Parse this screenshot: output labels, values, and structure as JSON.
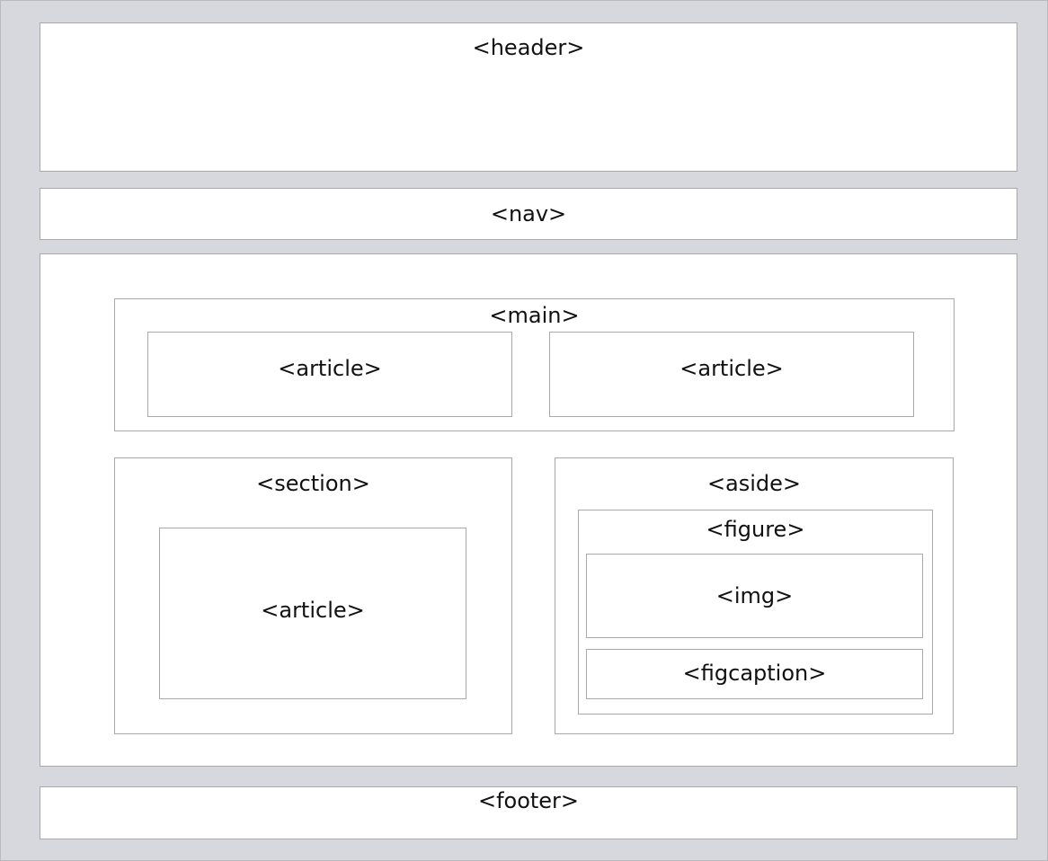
{
  "diagram": {
    "header_label": "<header>",
    "nav_label": "<nav>",
    "main_label": "<main>",
    "main_article_1_label": "<article>",
    "main_article_2_label": "<article>",
    "section_label": "<section>",
    "section_article_label": "<article>",
    "aside_label": "<aside>",
    "figure_label": "<figure>",
    "img_label": "<img>",
    "figcaption_label": "<figcaption>",
    "footer_label": "<footer>"
  },
  "colors": {
    "background": "#d7d8dd",
    "box_fill": "#ffffff",
    "box_border": "#a9a9a9"
  }
}
